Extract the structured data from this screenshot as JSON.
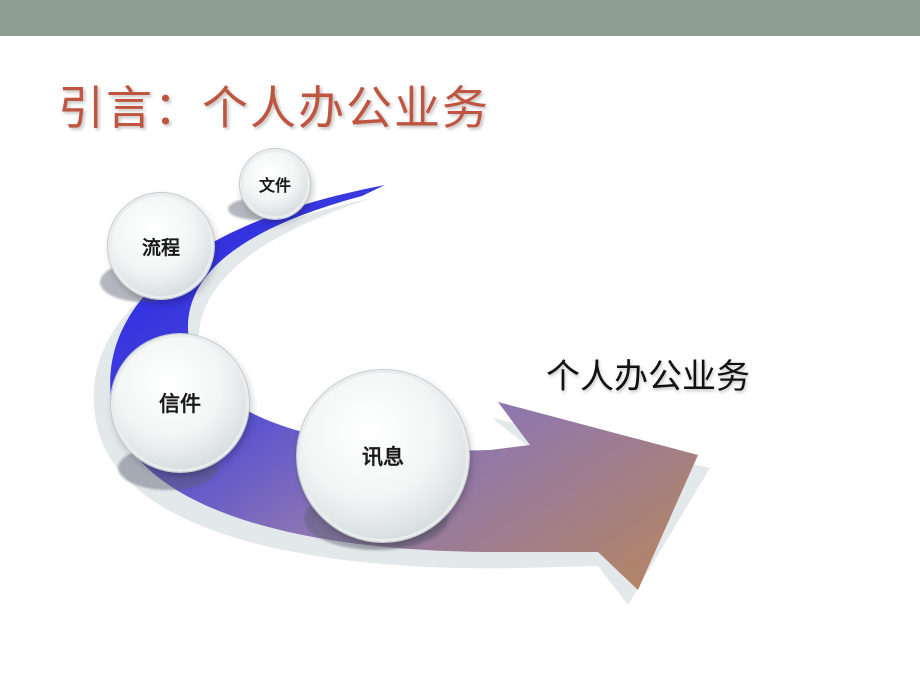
{
  "slide": {
    "title": "引言：个人办公业务",
    "side_label": "个人办公业务"
  },
  "diagram": {
    "nodes": [
      {
        "id": "file",
        "label": "文件"
      },
      {
        "id": "flow",
        "label": "流程"
      },
      {
        "id": "letter",
        "label": "信件"
      },
      {
        "id": "message",
        "label": "讯息"
      }
    ]
  },
  "colors": {
    "top_bar": "#8f9e93",
    "title": "#c0553f",
    "arrow_start": "#2a2ae6",
    "arrow_mid": "#8a74b8",
    "arrow_end": "#b0875c"
  }
}
